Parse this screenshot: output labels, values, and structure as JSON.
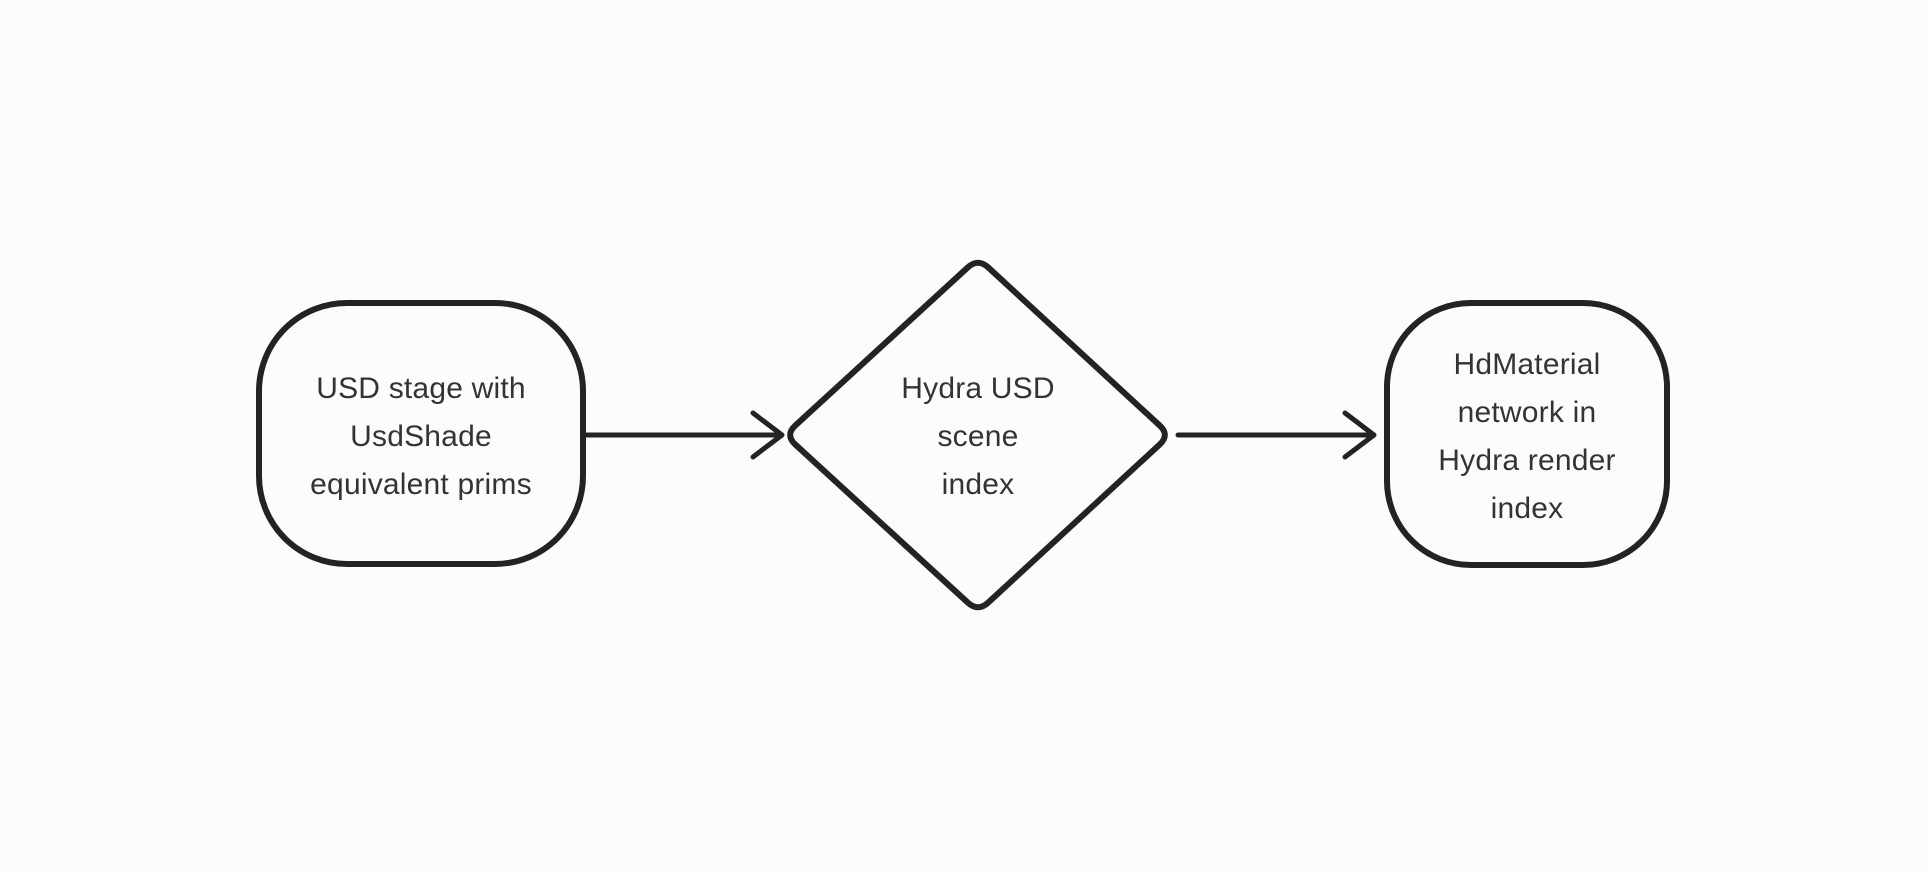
{
  "diagram": {
    "type": "flowchart",
    "direction": "left-to-right",
    "background_color": "#fcfcfc",
    "stroke_color": "#232323",
    "text_color": "#333333",
    "nodes": [
      {
        "id": "usd-stage",
        "shape": "rounded-rectangle",
        "lines": [
          "USD stage with",
          "UsdShade",
          "equivalent prims"
        ],
        "label": "USD stage with UsdShade equivalent prims"
      },
      {
        "id": "hydra-usd-scene-index",
        "shape": "diamond",
        "lines": [
          "Hydra USD",
          "scene",
          "index"
        ],
        "label": "Hydra USD scene index"
      },
      {
        "id": "hd-material-network",
        "shape": "rounded-rectangle",
        "lines": [
          "HdMaterial",
          "network in",
          "Hydra render",
          "index"
        ],
        "label": "HdMaterial network in Hydra render index"
      }
    ],
    "edges": [
      {
        "from": "usd-stage",
        "to": "hydra-usd-scene-index",
        "style": "arrow-right"
      },
      {
        "from": "hydra-usd-scene-index",
        "to": "hd-material-network",
        "style": "arrow-right"
      }
    ]
  }
}
